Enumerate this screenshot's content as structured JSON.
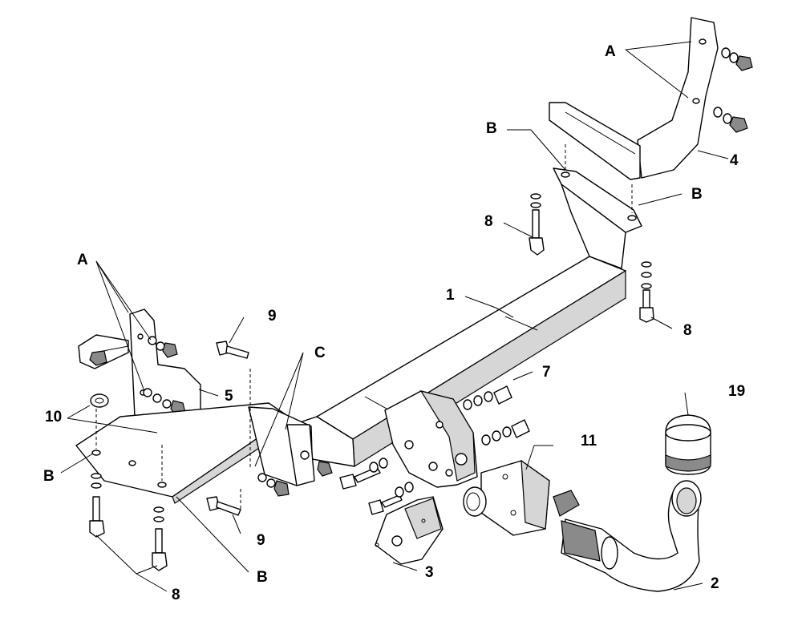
{
  "diagram": {
    "part_labels": {
      "p1": "1",
      "p2": "2",
      "p3": "3",
      "p4": "4",
      "p5": "5",
      "p7": "7",
      "p8_right_top": "8",
      "p8_right_bottom": "8",
      "p8_left": "8",
      "p9_top": "9",
      "p9_bottom": "9",
      "p10": "10",
      "p11": "11",
      "p19": "19"
    },
    "point_labels": {
      "a_right": "A",
      "a_left": "A",
      "b_right_top": "B",
      "b_right_mid": "B",
      "b_left": "B",
      "b_bottom": "B",
      "c_center": "C"
    }
  }
}
